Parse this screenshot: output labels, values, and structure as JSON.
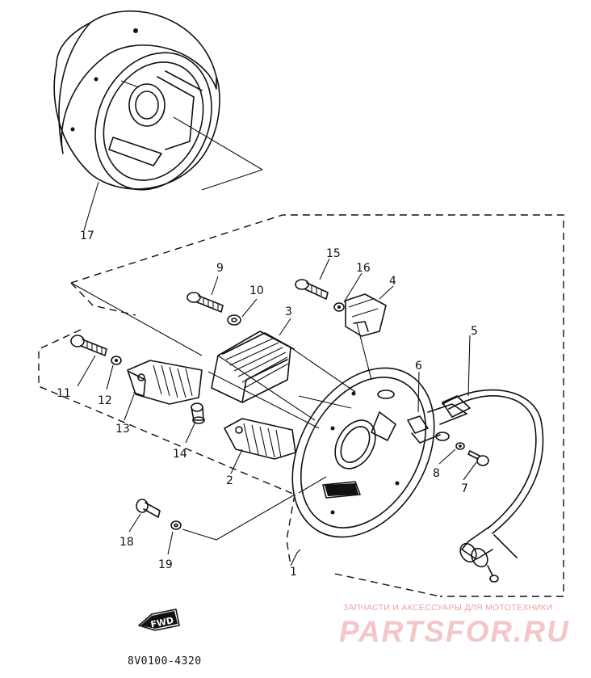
{
  "callouts": {
    "p1": "1",
    "p2": "2",
    "p3": "3",
    "p4": "4",
    "p5": "5",
    "p6": "6",
    "p7": "7",
    "p8": "8",
    "p9": "9",
    "p10": "10",
    "p11": "11",
    "p12": "12",
    "p13": "13",
    "p14": "14",
    "p15": "15",
    "p16": "16",
    "p17": "17",
    "p18": "18",
    "p19": "19"
  },
  "fwd_label": "FWD",
  "diagram_code": "8V0100-4320",
  "watermark": {
    "tagline": "ЗАПЧАСТИ И АКСЕССУАРЫ ДЛЯ МОТОТЕХНИКИ",
    "logo_text": "PARTSFOR.RU"
  },
  "colors": {
    "ink": "#111111",
    "background": "#ffffff",
    "watermark": "#f3c7c7"
  }
}
